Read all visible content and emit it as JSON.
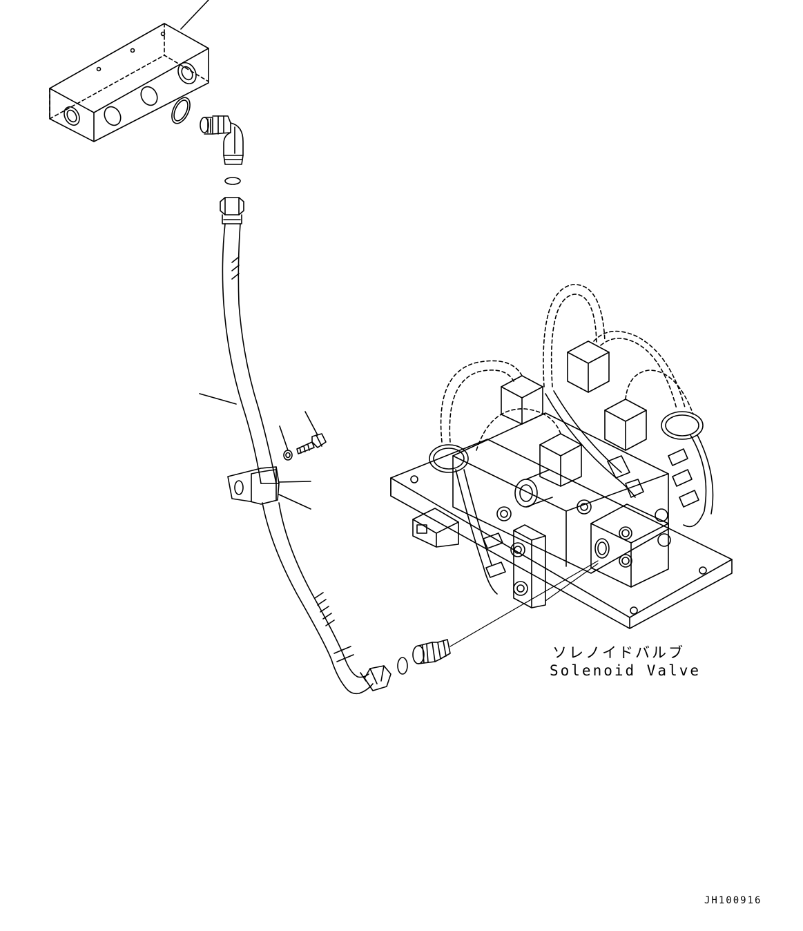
{
  "labels": {
    "solenoid_valve_jp": "ソレノイドバルブ",
    "solenoid_valve_en": "Solenoid Valve"
  },
  "document": {
    "drawing_id": "JH100916"
  }
}
